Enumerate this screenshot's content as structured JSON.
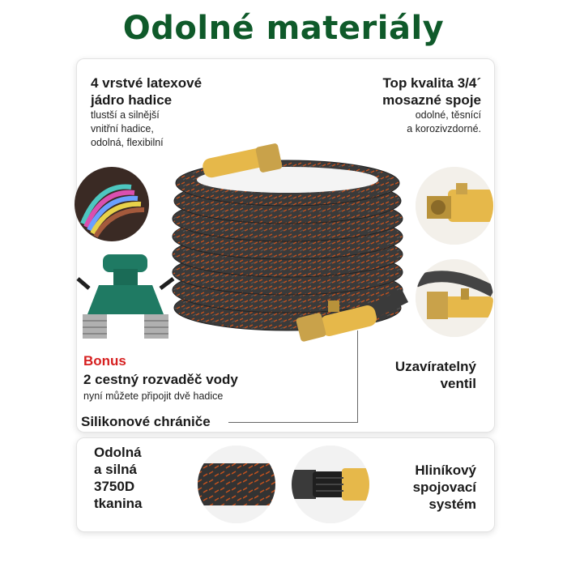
{
  "title": "Odolné materiály",
  "features": {
    "latex_core": {
      "heading_line1": "4 vrstvé latexové",
      "heading_line2": "jádro hadice",
      "desc_line1": "tlustší a silnější",
      "desc_line2": "vnitřní hadice,",
      "desc_line3": "odolná, flexibilní"
    },
    "brass": {
      "heading_line1": "Top kvalita 3/4´",
      "heading_line2": "mosazné spoje",
      "desc_line1": "odolné, těsnící",
      "desc_line2": "a korozivzdorné."
    },
    "bonus": {
      "label": "Bonus",
      "heading": "2 cestný rozvaděč vody",
      "desc": "nyní můžete připojit dvě hadice"
    },
    "valve": {
      "line1": "Uzavíratelný",
      "line2": "ventil"
    },
    "silicone": {
      "label": "Silikonové chrániče"
    },
    "fabric": {
      "line1": "Odolná",
      "line2": "a silná",
      "line3": "3750D",
      "line4": "tkanina"
    },
    "aluminium": {
      "line1": "Hliníkový",
      "line2": "spojovací",
      "line3": "systém"
    }
  },
  "colors": {
    "title_green": "#0f5a2a",
    "bonus_red": "#d62020",
    "hose_dark": "#3a3a3a",
    "hose_accent": "#c4521e",
    "brass": "#e6b84a"
  }
}
